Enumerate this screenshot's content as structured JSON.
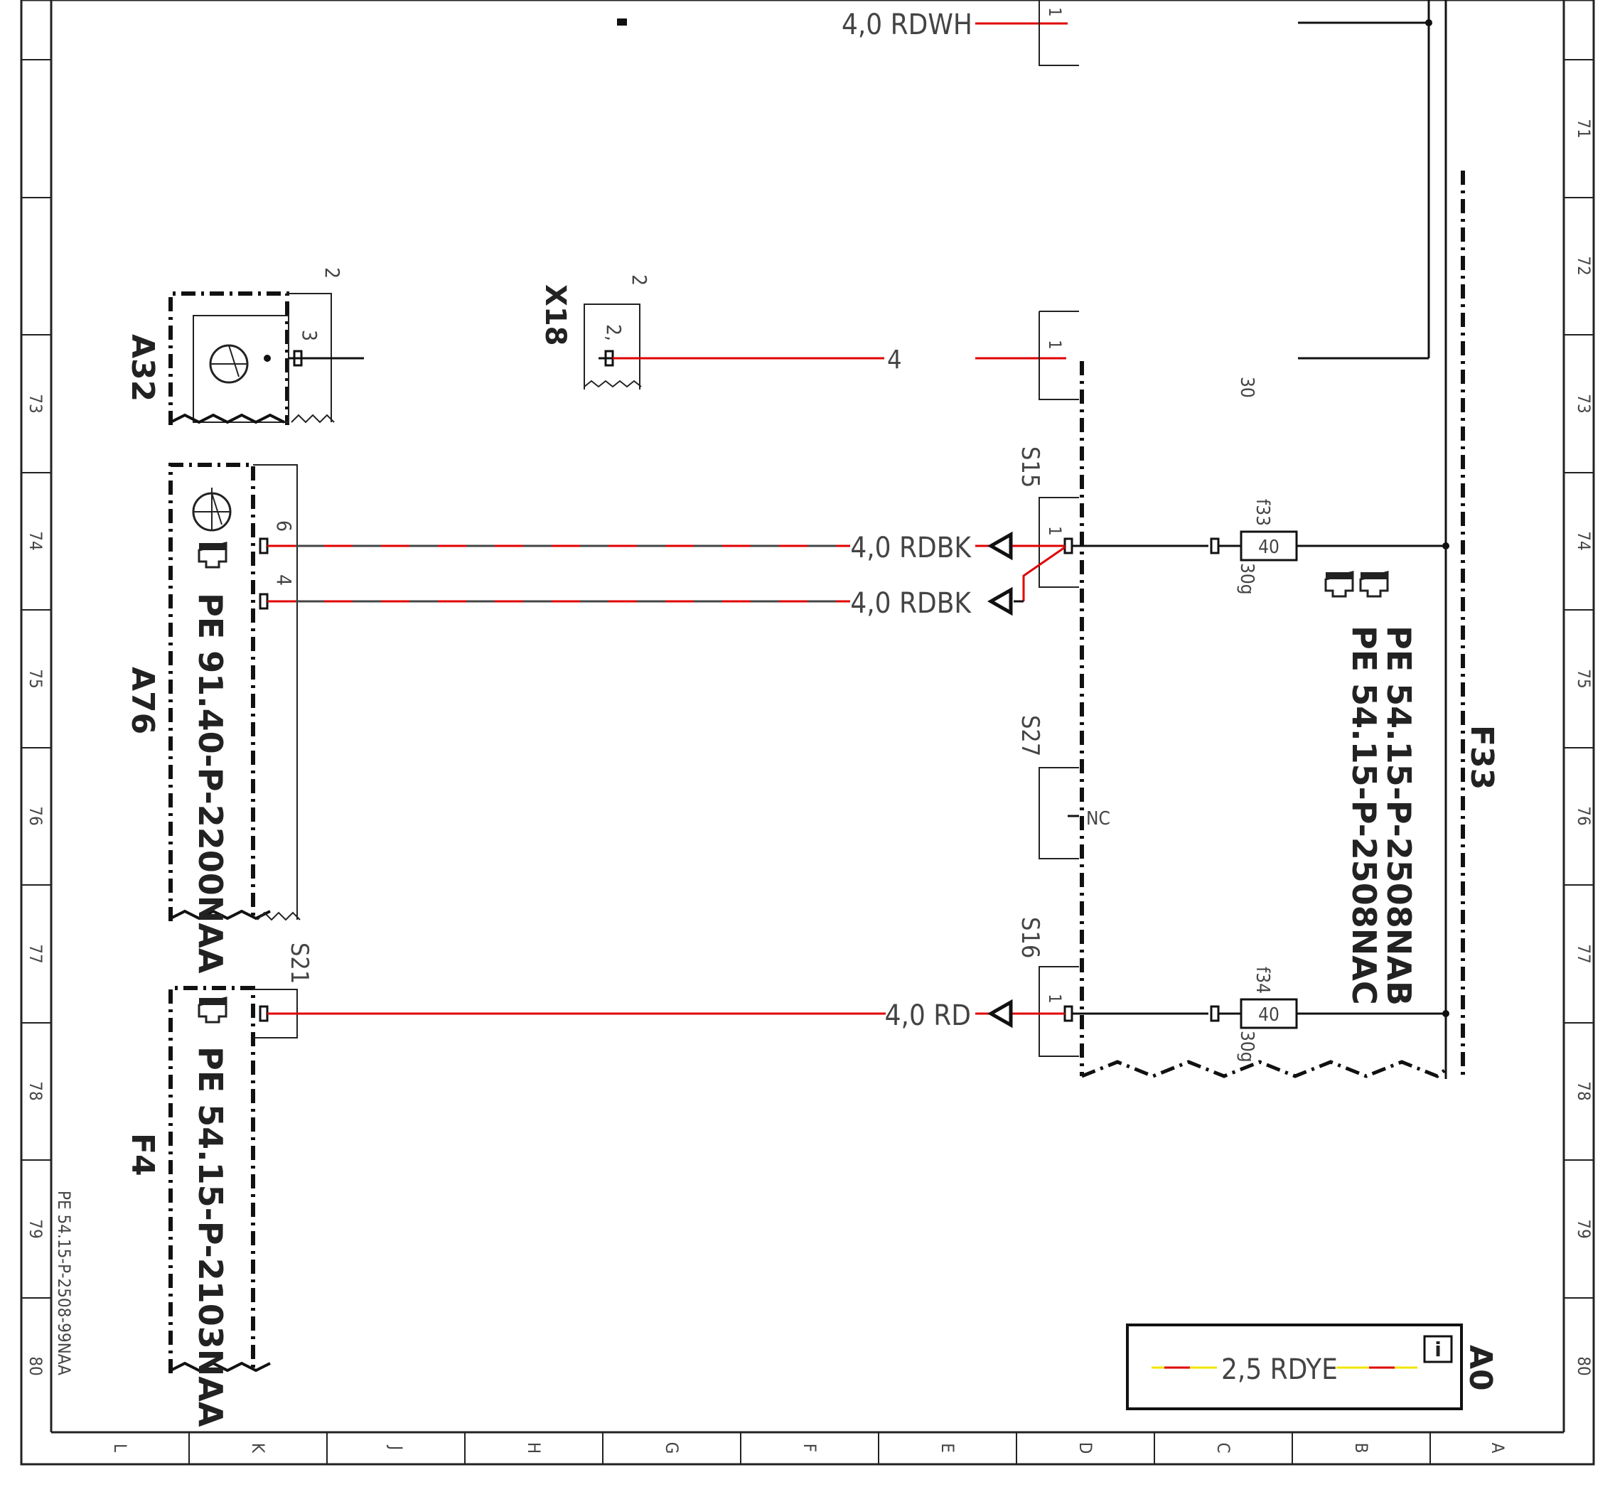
{
  "frame": {
    "row_numbers": [
      "71",
      "72",
      "73",
      "74",
      "75",
      "76",
      "77",
      "78",
      "79",
      "80"
    ],
    "column_letters": [
      "L",
      "K",
      "J",
      "H",
      "G",
      "F",
      "E",
      "D",
      "C",
      "B",
      "A"
    ],
    "doc_ref": "PE 54.15-P-2508-99NAA"
  },
  "components": {
    "a32": {
      "label": "A32",
      "pins": [
        "2",
        "3"
      ]
    },
    "x18": {
      "label": "X18",
      "pins": [
        "2",
        "2,"
      ]
    },
    "a76": {
      "label": "A76",
      "ref": "PE 91.40-P-2200NAA",
      "pins": [
        "6",
        "4"
      ]
    },
    "f4": {
      "label": "F4",
      "ref": "PE 54.15-P-2103NAA",
      "pin": "S21"
    },
    "f33": {
      "label": "F33",
      "refs": [
        "PE 54.15-P-2508NAB",
        "PE 54.15-P-2508NAC"
      ]
    },
    "s15": {
      "label": "S15",
      "pin": "1"
    },
    "s27": {
      "label": "S27",
      "state": "NC"
    },
    "s16": {
      "label": "S16",
      "pin": "1"
    },
    "top_connector": {
      "pin": "1"
    },
    "mid_connector": {
      "pin": "1"
    },
    "fuse_f33": {
      "label": "f33",
      "rating": "40",
      "terminal": "30g"
    },
    "fuse_f34": {
      "label": "f34",
      "rating": "40",
      "terminal": "30g"
    },
    "terminal_30": "30"
  },
  "wires": {
    "top": "4,0 RDWH",
    "x18_to_conn": "4",
    "a76_pin6": "4,0 RDBK",
    "a76_pin4": "4,0 RDBK",
    "f4": "4,0 RD"
  },
  "legend": {
    "label": "A0",
    "wire": "2,5 RDYE",
    "info_icon": "i"
  },
  "colors": {
    "red": "#e00000",
    "black": "#111111",
    "yellow": "#f2e600",
    "grey": "#444444"
  }
}
